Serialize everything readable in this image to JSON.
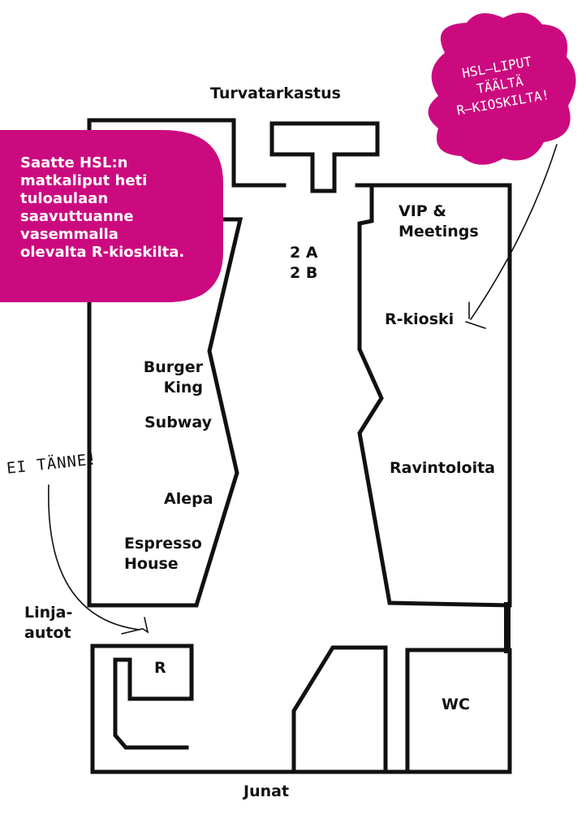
{
  "colors": {
    "accent": "#cc0a7f",
    "walls": "#111111",
    "background": "#ffffff"
  },
  "labels": {
    "security": "Turvatarkastus",
    "gates": [
      "2 A",
      "2 B"
    ],
    "vip": [
      "VIP &",
      "Meetings"
    ],
    "r_kiosk": "R-kioski",
    "burger_king": [
      "Burger",
      "King"
    ],
    "subway": "Subway",
    "alepa": "Alepa",
    "espresso_house": [
      "Espresso",
      "House"
    ],
    "restaurants": "Ravintoloita",
    "buses": [
      "Linja-",
      "autot"
    ],
    "r_small": "R",
    "wc": "WC",
    "trains": "Junat"
  },
  "callout": {
    "lines": [
      "Saatte HSL:n",
      "matkaliput heti",
      "tuloaulaan",
      "saavuttuanne",
      "vasemmalla",
      "olevalta R-kioskilta."
    ]
  },
  "note_hsl": {
    "lines": [
      "HSL–LIPUT",
      "TÄÄLTÄ",
      "R–KIOSKILTA!"
    ]
  },
  "note_not_here": "EI TÄNNE!"
}
